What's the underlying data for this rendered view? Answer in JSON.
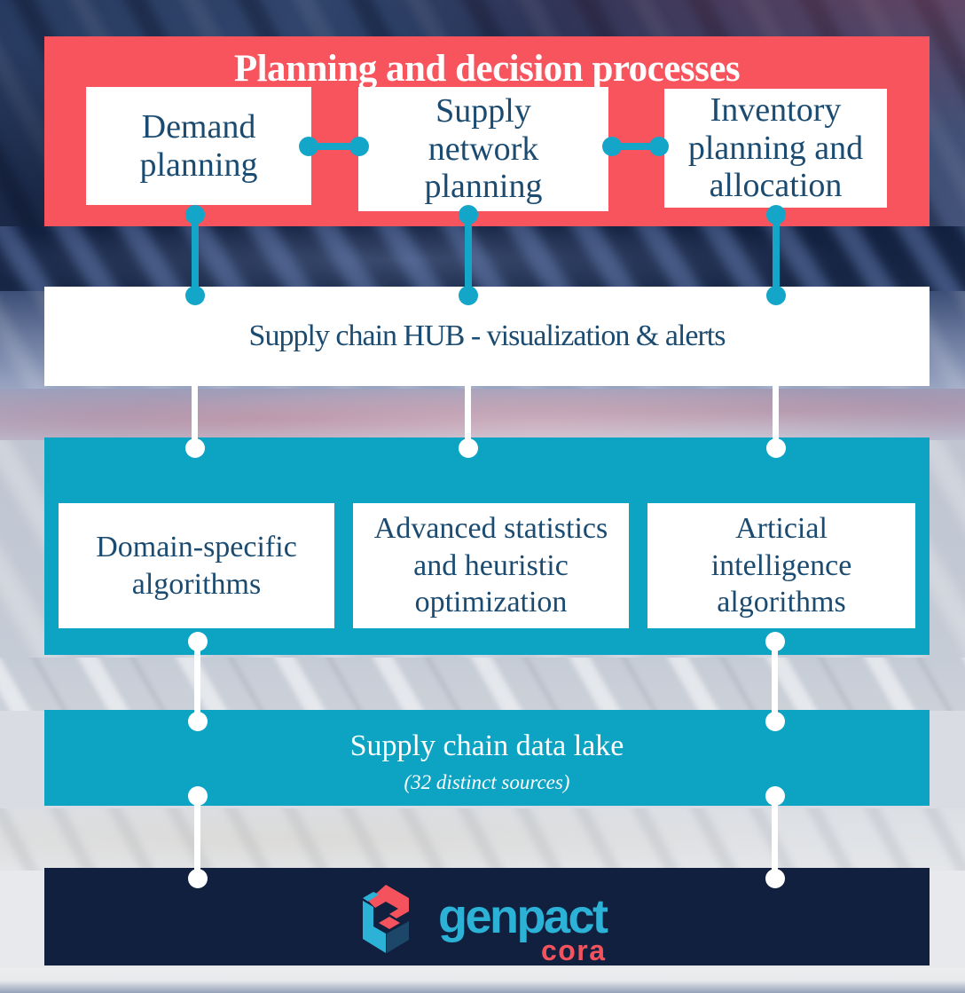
{
  "red_band": {
    "title": "Planning and decision processes"
  },
  "planning_boxes": [
    {
      "label": "Demand\nplanning"
    },
    {
      "label": "Supply\nnetwork\nplanning"
    },
    {
      "label": "Inventory\nplanning and\nallocation"
    }
  ],
  "hub_band": {
    "label": "Supply chain HUB - visualization & alerts"
  },
  "algorithm_boxes": [
    {
      "label": "Domain-specific\nalgorithms"
    },
    {
      "label": "Advanced statistics\nand heuristic\noptimization"
    },
    {
      "label": "Articial\nintelligence\nalgorithms"
    }
  ],
  "data_lake_band": {
    "title": "Supply chain data lake",
    "subtitle": "(32 distinct sources)"
  },
  "footer": {
    "brand": "genpact",
    "product": "cora"
  },
  "colors": {
    "coral": "#f7545e",
    "teal_band": "#0da4c4",
    "teal_connector": "#14a6c8",
    "navy_text": "#1b4b70",
    "footer_navy": "#11203f",
    "white": "#ffffff",
    "logo_teal": "#2cb2d6",
    "logo_coral": "#f4535e",
    "logo_dark_face": "#1c4769"
  }
}
